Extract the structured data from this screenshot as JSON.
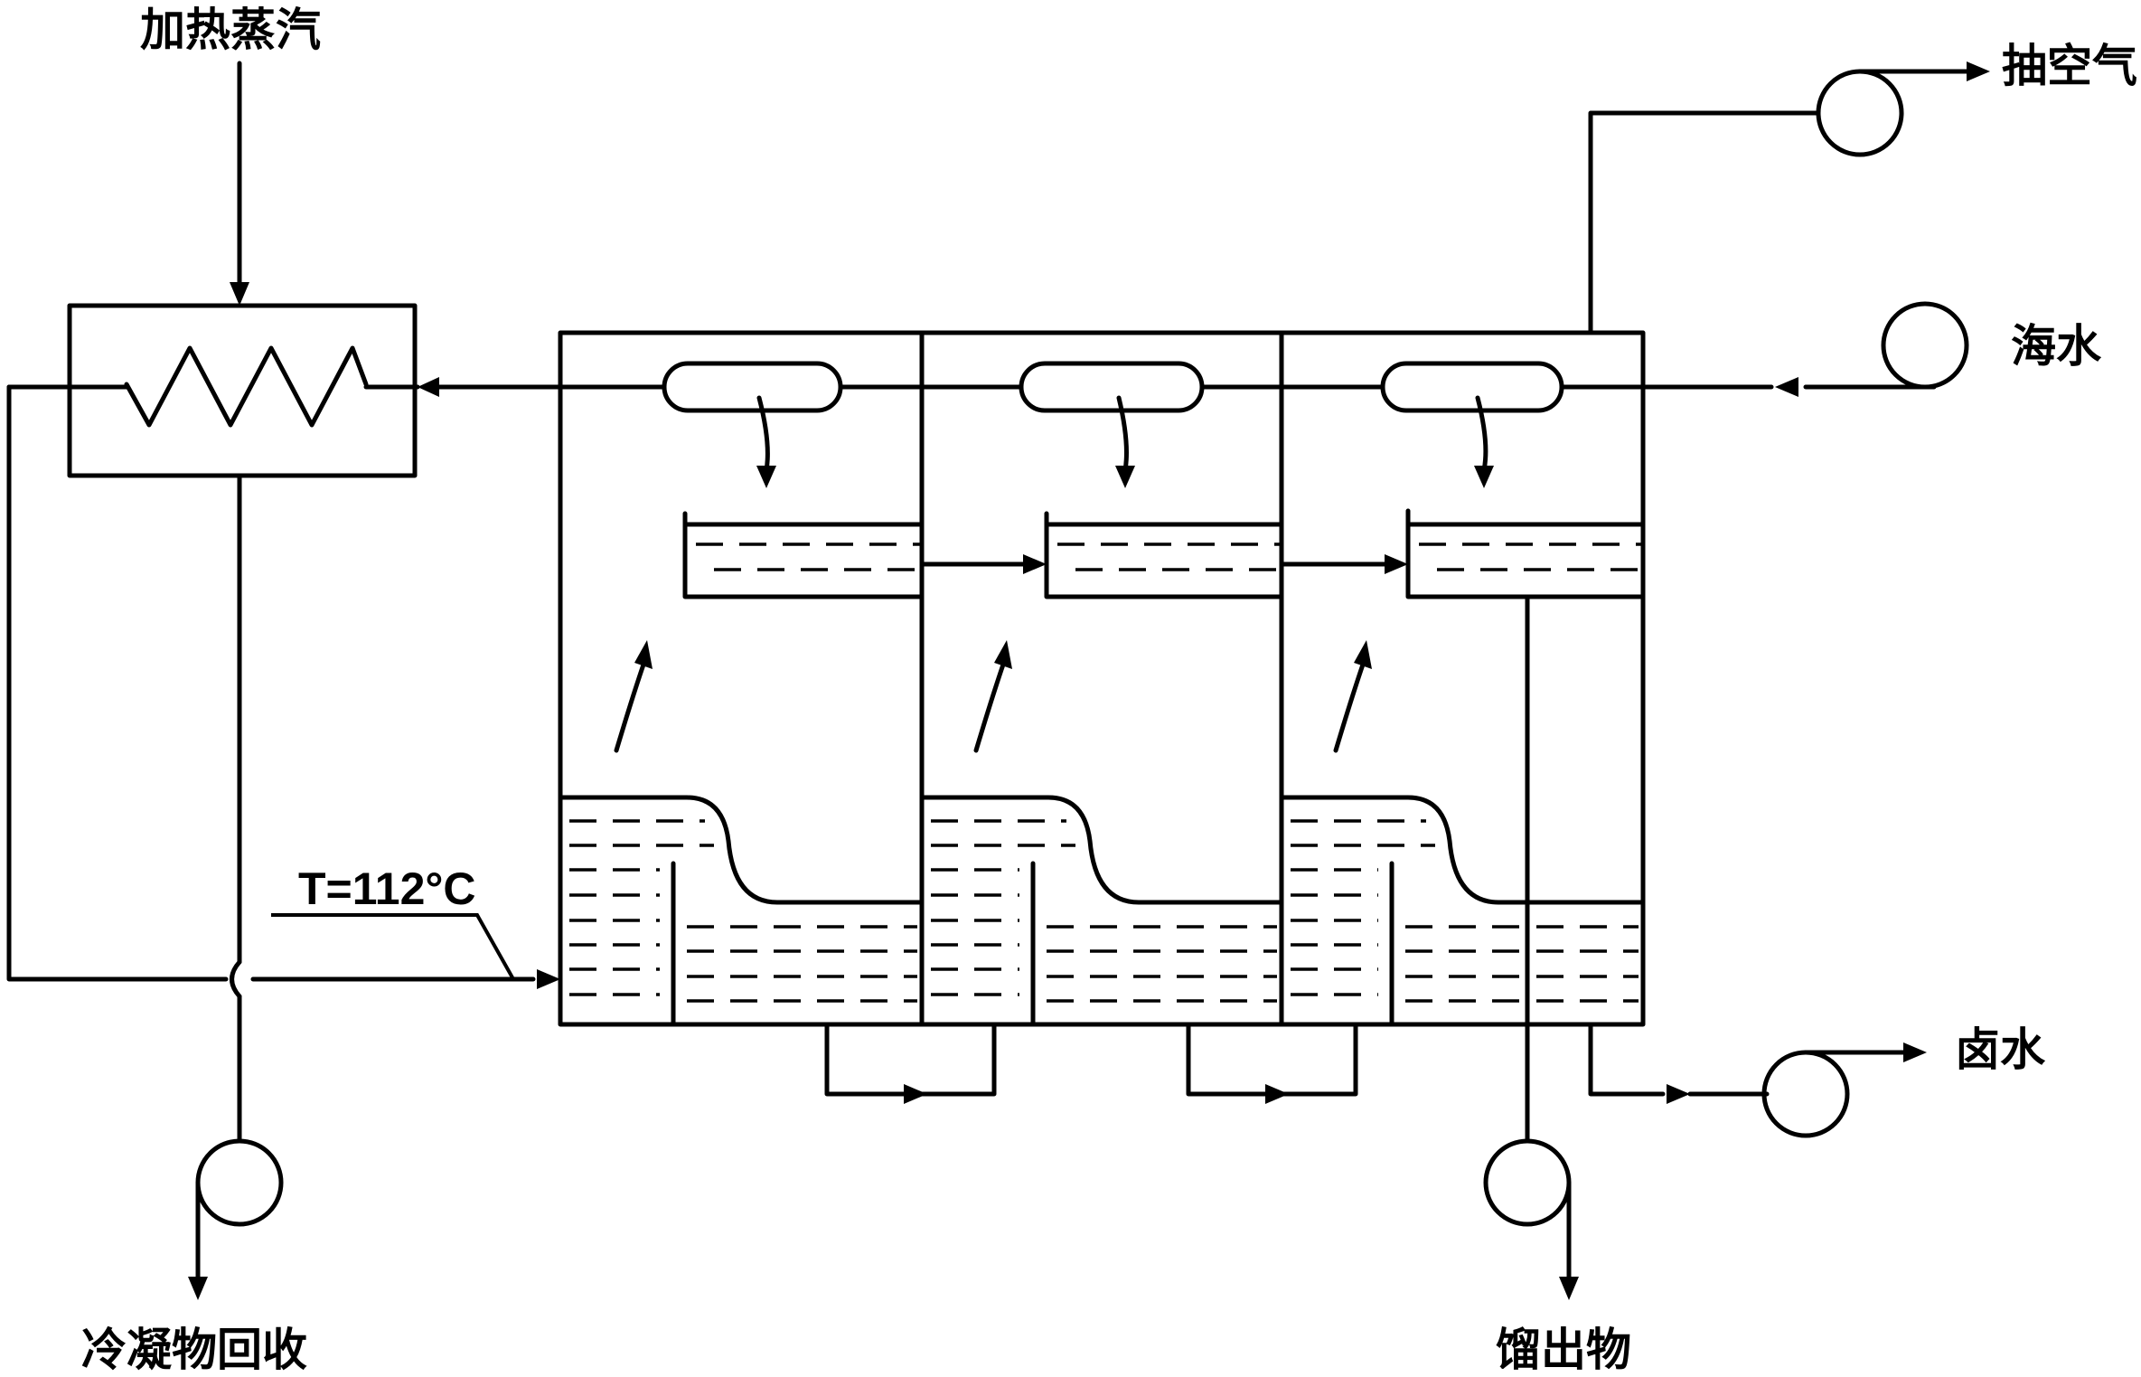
{
  "labels": {
    "heating_steam": "加热蒸汽",
    "air_extraction": "抽空气",
    "seawater": "海水",
    "brine": "卤水",
    "condensate_recovery": "冷凝物回收",
    "distillate": "馏出物",
    "temperature": "T=112°C"
  }
}
